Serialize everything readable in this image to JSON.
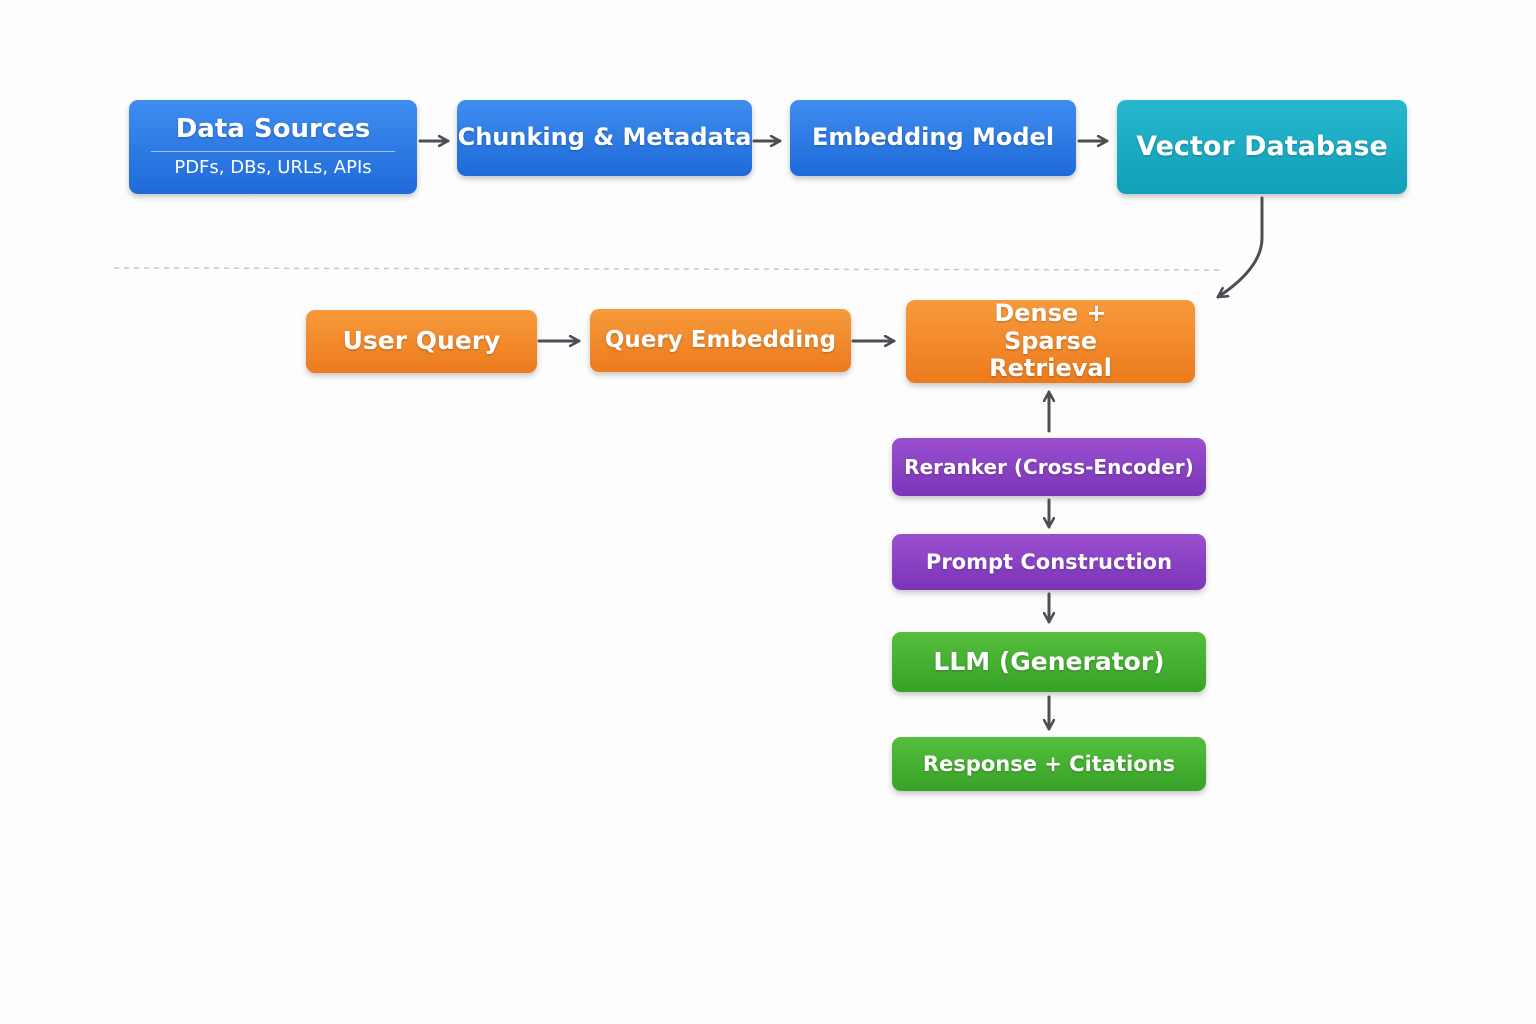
{
  "ingestion": {
    "data_sources": {
      "title": "Data Sources",
      "subtitle": "PDFs, DBs, URLs, APIs"
    },
    "chunking": "Chunking & Metadata",
    "embedding_model": "Embedding Model",
    "vector_db": "Vector Database"
  },
  "query": {
    "user_query": "User Query",
    "query_embedding": "Query Embedding",
    "retrieval": "Dense + Sparse Retrieval",
    "reranker": "Reranker (Cross-Encoder)",
    "prompt": "Prompt Construction",
    "llm": "LLM (Generator)",
    "response": "Response + Citations"
  },
  "colors": {
    "ingestion": "#2a78e4",
    "vector_db": "#1aabc4",
    "query": "#f08a2a",
    "rerank": "#8a42c4",
    "generation": "#45b030",
    "arrow": "#4a4f55"
  }
}
